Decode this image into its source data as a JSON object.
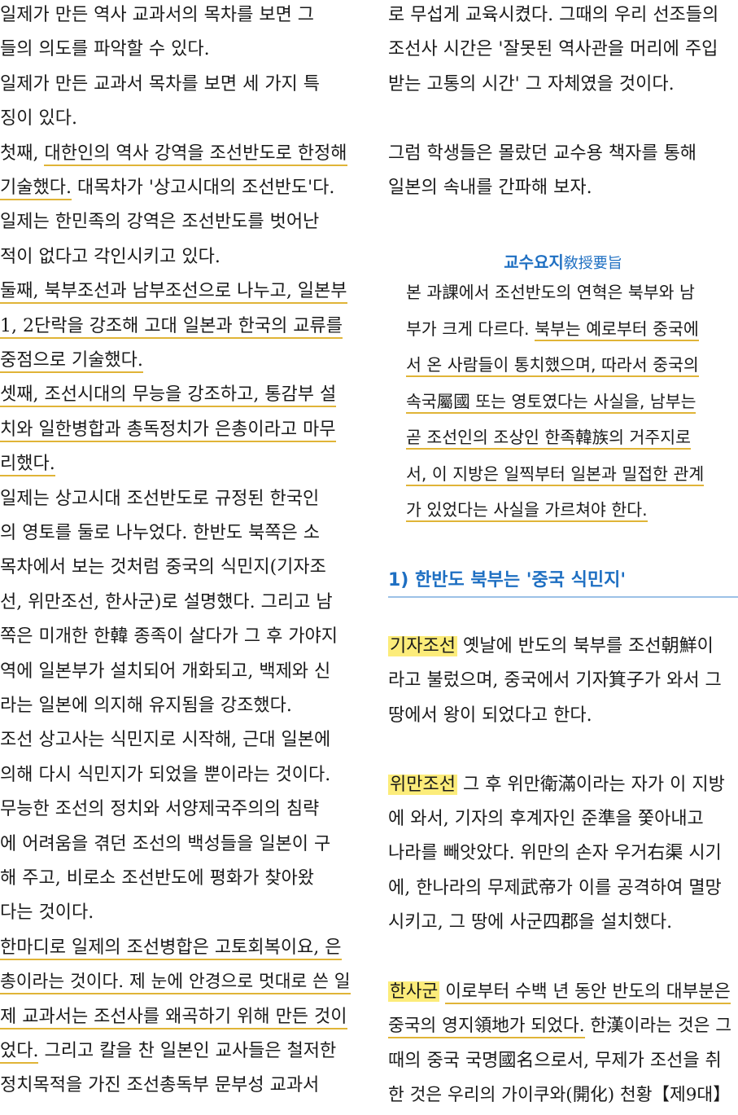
{
  "left": [
    {
      "segs": [
        {
          "t": "일제가 만든 역사 교과서의 목차를 보면 그"
        }
      ]
    },
    {
      "segs": [
        {
          "t": "들의 의도를 파악할 수 있다."
        }
      ]
    },
    {
      "segs": [
        {
          "t": "일제가 만든 교과서 목차를 보면 세 가지 특"
        }
      ]
    },
    {
      "segs": [
        {
          "t": "징이 있다."
        }
      ]
    },
    {
      "segs": [
        {
          "t": "첫째, "
        },
        {
          "t": "대한인의 역사 강역을 조선반도로 한정해",
          "u": 1
        }
      ]
    },
    {
      "segs": [
        {
          "t": "기술했다.",
          "u": 1
        },
        {
          "t": " 대목차가 '상고시대의 조선반도'다."
        }
      ]
    },
    {
      "segs": [
        {
          "t": "일제는 한민족의 강역은 조선반도를 벗어난"
        }
      ]
    },
    {
      "segs": [
        {
          "t": "적이 없다고 각인시키고 있다."
        }
      ]
    },
    {
      "segs": [
        {
          "t": "둘째, 북부조선과 남부조선으로 나누고, 일본부",
          "u": 1
        }
      ]
    },
    {
      "segs": [
        {
          "t": "1, 2단락을 강조해 고대 일본과 한국의 교류를",
          "u": 1
        }
      ]
    },
    {
      "segs": [
        {
          "t": "중점으로 기술했다.",
          "u": 1
        }
      ]
    },
    {
      "segs": [
        {
          "t": "셋째, 조선시대의 무능을 강조하고, 통감부 설",
          "u": 1
        }
      ]
    },
    {
      "segs": [
        {
          "t": "치와 일한병합과 총독정치가 은총이라고 마무",
          "u": 1
        }
      ]
    },
    {
      "segs": [
        {
          "t": "리했다.",
          "u": 1
        }
      ]
    },
    {
      "segs": [
        {
          "t": "일제는 상고시대 조선반도로 규정된 한국인"
        }
      ]
    },
    {
      "segs": [
        {
          "t": "의 영토를 둘로 나누었다. 한반도 북쪽은 소"
        }
      ]
    },
    {
      "segs": [
        {
          "t": "목차에서 보는 것처럼 중국의 식민지(기자조"
        }
      ]
    },
    {
      "segs": [
        {
          "t": "선, 위만조선, 한사군)로 설명했다. 그리고 남"
        }
      ]
    },
    {
      "segs": [
        {
          "t": "쪽은 미개한 한韓 종족이 살다가 그 후 가야지"
        }
      ]
    },
    {
      "segs": [
        {
          "t": "역에 일본부가 설치되어 개화되고, 백제와 신"
        }
      ]
    },
    {
      "segs": [
        {
          "t": "라는 일본에 의지해 유지됨을 강조했다."
        }
      ]
    },
    {
      "segs": [
        {
          "t": "조선 상고사는 식민지로 시작해, 근대 일본에"
        }
      ]
    },
    {
      "segs": [
        {
          "t": "의해 다시 식민지가 되었을 뿐이라는 것이다."
        }
      ]
    },
    {
      "segs": [
        {
          "t": "무능한 조선의 정치와 서양제국주의의 침략"
        }
      ]
    },
    {
      "segs": [
        {
          "t": "에 어려움을 겪던 조선의 백성들을 일본이 구"
        }
      ]
    },
    {
      "segs": [
        {
          "t": "해 주고, 비로소 조선반도에 평화가 찾아왔"
        }
      ]
    },
    {
      "segs": [
        {
          "t": "다는 것이다."
        }
      ]
    },
    {
      "segs": [
        {
          "t": "한마디로 일제의 조선병합은 고토회복이요, 은",
          "u": 1
        }
      ]
    },
    {
      "segs": [
        {
          "t": "총이라는 것이다. 제 눈에 안경으로 멋대로 쓴 일",
          "u": 1
        }
      ]
    },
    {
      "segs": [
        {
          "t": "제 교과서는 조선사를 왜곡하기 위해 만든 것이",
          "u": 1
        }
      ]
    },
    {
      "segs": [
        {
          "t": "었다.",
          "u": 1
        },
        {
          "t": " 그리고 칼을 찬 일본인 교사들은 철저한"
        }
      ]
    },
    {
      "segs": [
        {
          "t": "정치목적을 가진 조선총독부 문부성 교과서"
        }
      ]
    }
  ],
  "right_top": [
    {
      "segs": [
        {
          "t": "로 무섭게 교육시켰다. 그때의 우리 선조들의"
        }
      ]
    },
    {
      "segs": [
        {
          "t": "조선사 시간은 '잘못된 역사관을 머리에 주입"
        }
      ]
    },
    {
      "segs": [
        {
          "t": "받는 고통의 시간' 그 자체였을 것이다."
        }
      ]
    },
    {
      "segs": [
        {
          "t": ""
        }
      ]
    },
    {
      "segs": [
        {
          "t": "그럼 학생들은 몰랐던 교수용 책자를 통해"
        }
      ]
    },
    {
      "segs": [
        {
          "t": "일본의 속내를 간파해 보자."
        }
      ]
    }
  ],
  "box": {
    "title": "교수요지",
    "title_han": "敎授要旨",
    "lines": [
      {
        "segs": [
          {
            "t": "본 과課에서 조선반도의 연혁은 북부와 남"
          }
        ]
      },
      {
        "segs": [
          {
            "t": "부가 크게 다르다. "
          },
          {
            "t": "북부는 예로부터 중국에",
            "u": 1
          }
        ]
      },
      {
        "segs": [
          {
            "t": "서 온 사람들이 통치했으며, 따라서 중국의",
            "u": 1
          }
        ]
      },
      {
        "segs": [
          {
            "t": "속국屬國 또는 영토였다는 사실을, 남부는",
            "u": 1
          }
        ]
      },
      {
        "segs": [
          {
            "t": "곧 조선인의 조상인 한족韓族의 거주지로",
            "u": 1
          }
        ]
      },
      {
        "segs": [
          {
            "t": "서, 이 지방은 일찍부터 일본과 밀접한 관계",
            "u": 1
          }
        ]
      },
      {
        "segs": [
          {
            "t": "가 있었다는 사실을 가르쳐야 한다.",
            "u": 1
          }
        ]
      }
    ]
  },
  "section_title": "1) 한반도 북부는 '중국 식민지'",
  "right_bottom": [
    {
      "segs": [
        {
          "t": "기자조선",
          "h": 1
        },
        {
          "t": " 옛날에 반도의 북부를 조선朝鮮이"
        }
      ]
    },
    {
      "segs": [
        {
          "t": "라고 불렀으며, 중국에서 기자箕子가 와서 그"
        }
      ]
    },
    {
      "segs": [
        {
          "t": "땅에서 왕이 되었다고 한다."
        }
      ]
    },
    {
      "segs": [
        {
          "t": ""
        }
      ]
    },
    {
      "segs": [
        {
          "t": "위만조선",
          "h": 1
        },
        {
          "t": " 그 후 위만衛滿이라는 자가 이 지방"
        }
      ]
    },
    {
      "segs": [
        {
          "t": "에 와서, 기자의 후계자인 준準을 쫓아내고"
        }
      ]
    },
    {
      "segs": [
        {
          "t": "나라를 빼앗았다. 위만의 손자 우거右渠 시기"
        }
      ]
    },
    {
      "segs": [
        {
          "t": "에, 한나라의 무제武帝가 이를 공격하여 멸망"
        }
      ]
    },
    {
      "segs": [
        {
          "t": "시키고, 그 땅에 사군四郡을 설치했다."
        }
      ]
    },
    {
      "segs": [
        {
          "t": ""
        }
      ]
    },
    {
      "segs": [
        {
          "t": "한사군",
          "h": 1
        },
        {
          "t": " "
        },
        {
          "t": "이로부터 수백 년 동안 반도의 대부분은",
          "u": 1
        }
      ]
    },
    {
      "segs": [
        {
          "t": "중국의 영지領地가 되었다.",
          "u": 1
        },
        {
          "t": " 한漢이라는 것은 그"
        }
      ]
    },
    {
      "segs": [
        {
          "t": "때의 중국 국명國名으로서, 무제가 조선을 취"
        }
      ]
    },
    {
      "segs": [
        {
          "t": "한 것은 우리의 가이쿠와(開化) 천황【제9대】"
        }
      ]
    }
  ]
}
